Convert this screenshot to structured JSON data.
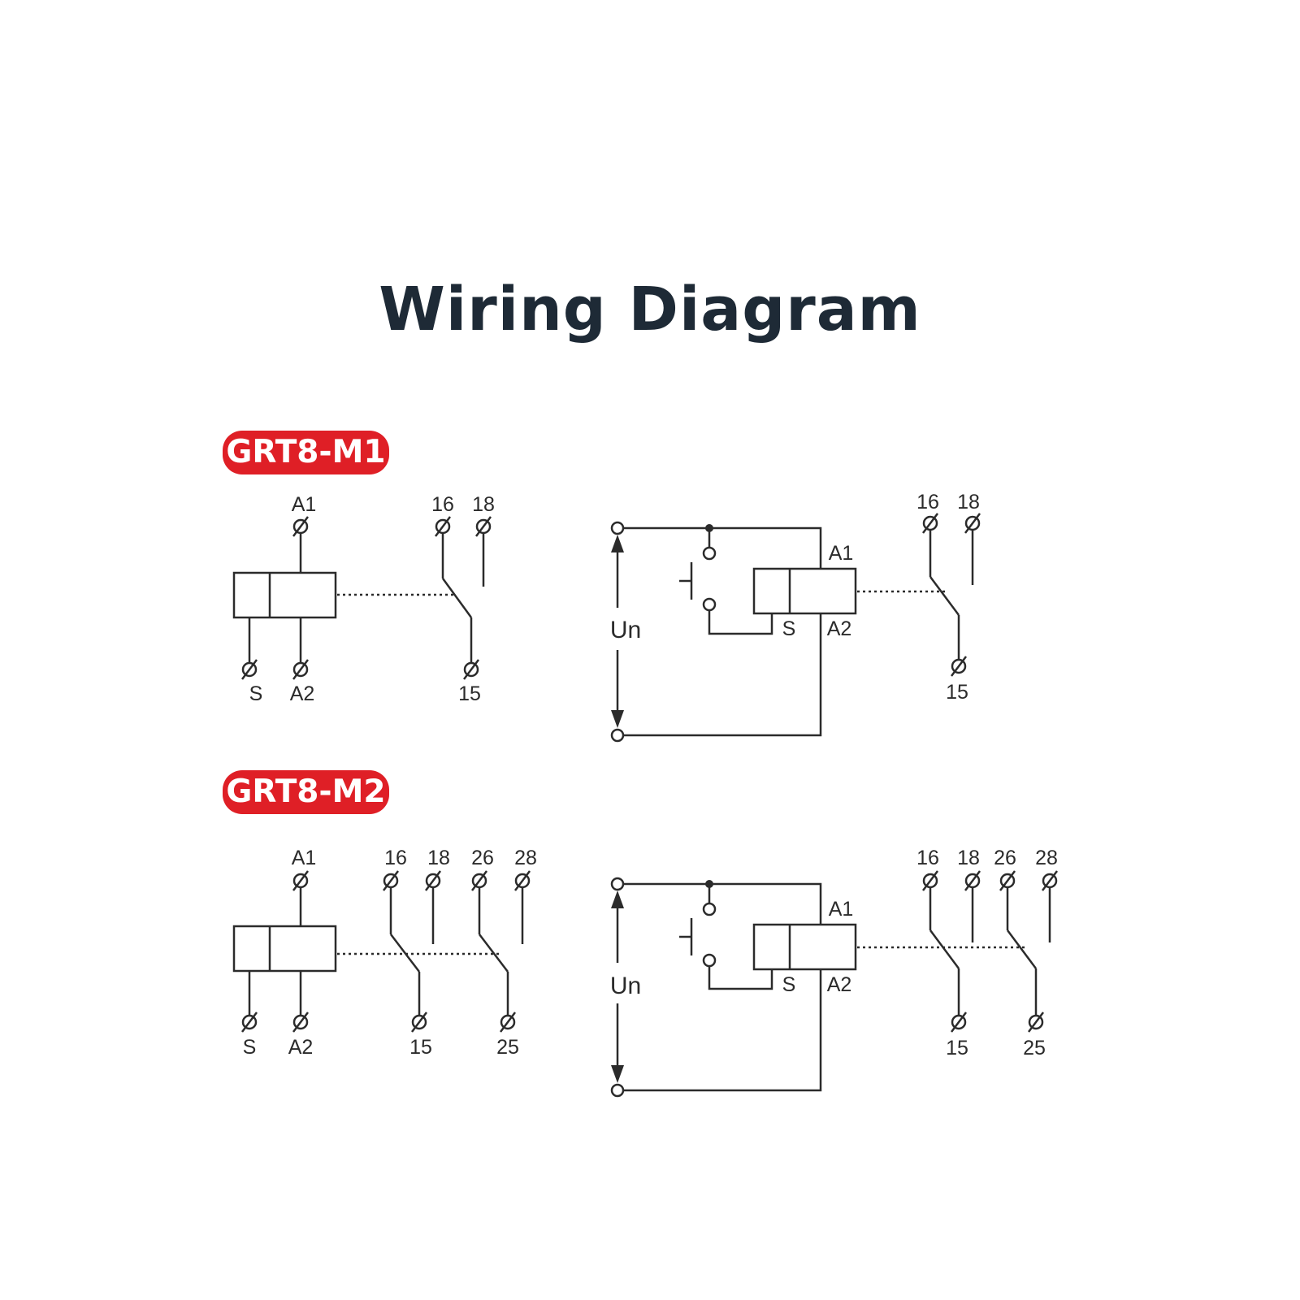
{
  "title": "Wiring Diagram",
  "accent_color": "#df1f26",
  "m1": {
    "badge": "GRT8-M1",
    "left": {
      "a1": "A1",
      "s": "S",
      "a2": "A2",
      "t16": "16",
      "t18": "18",
      "t15": "15"
    },
    "right": {
      "un": "Un",
      "a1": "A1",
      "s": "S",
      "a2": "A2",
      "t16": "16",
      "t18": "18",
      "t15": "15"
    }
  },
  "m2": {
    "badge": "GRT8-M2",
    "left": {
      "a1": "A1",
      "s": "S",
      "a2": "A2",
      "t16": "16",
      "t18": "18",
      "t26": "26",
      "t28": "28",
      "t15": "15",
      "t25": "25"
    },
    "right": {
      "un": "Un",
      "a1": "A1",
      "s": "S",
      "a2": "A2",
      "t16": "16",
      "t18": "18",
      "t26": "26",
      "t28": "28",
      "t15": "15",
      "t25": "25"
    }
  }
}
